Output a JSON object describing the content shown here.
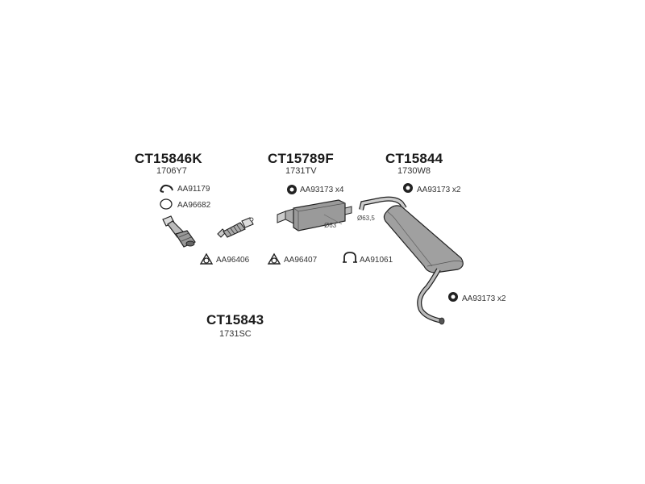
{
  "groups": [
    {
      "code": "CT15846K",
      "ref": "1706Y7"
    },
    {
      "code": "CT15789F",
      "ref": "1731TV"
    },
    {
      "code": "CT15844",
      "ref": "1730W8"
    },
    {
      "code": "CT15843",
      "ref": "1731SC"
    }
  ],
  "parts": {
    "clip_1": "AA91179",
    "ring_1": "AA96682",
    "gasket_1": "AA96406",
    "gasket_2": "AA96407",
    "clamp_1": "AA91061",
    "nut_1": "AA93173 x4",
    "nut_2": "AA93173 x2",
    "nut_3": "AA93173 x2"
  },
  "dimensions": {
    "d1": "Ø63",
    "d2": "Ø63,5"
  }
}
